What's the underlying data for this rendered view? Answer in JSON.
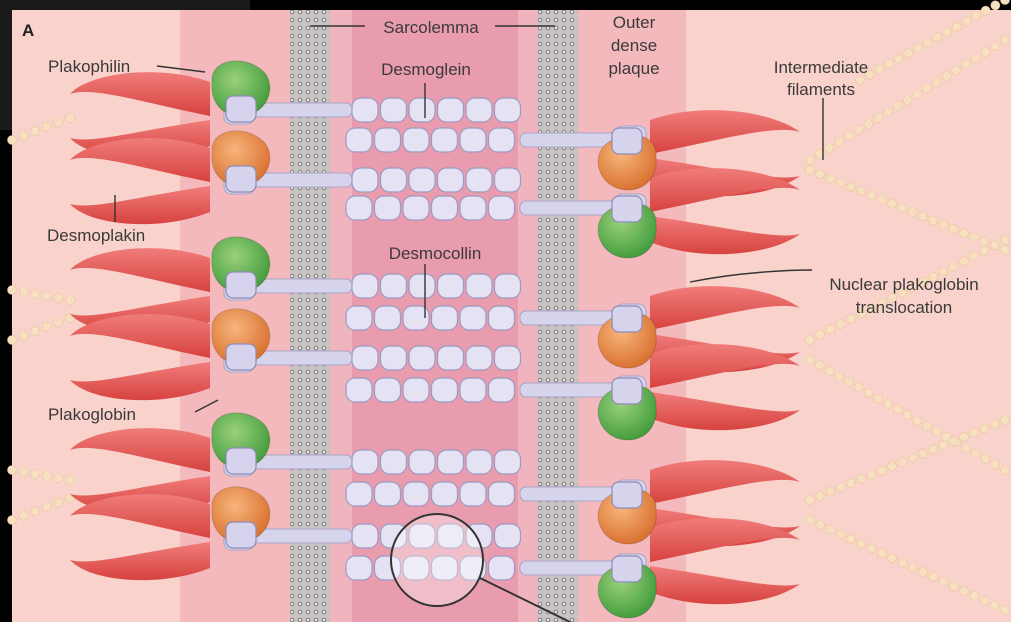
{
  "figure": {
    "panel_letter": "A",
    "labels": {
      "sarcolemma": "Sarcolemma",
      "outer_dense_plaque": [
        "Outer",
        "dense",
        "plaque"
      ],
      "plakophilin": "Plakophilin",
      "desmoglein": "Desmoglein",
      "intermediate_filaments": [
        "Intermediate",
        "filaments"
      ],
      "desmoplakin": "Desmoplakin",
      "desmocollin": "Desmocollin",
      "nuclear_plakoglobin": [
        "Nuclear plakoglobin",
        "translocation"
      ],
      "plakoglobin": "Plakoglobin"
    }
  },
  "colors": {
    "background": "#f9d2cc",
    "membrane_band": "#f1b7bb",
    "center_band": "#e99cad",
    "desmoplakin": "#e8595b",
    "plakophilin": "#59b24c",
    "plakoglobin": "#eb8a48",
    "cadherin": "#d6d4ec",
    "filament_bead": "#f7e0c0"
  }
}
